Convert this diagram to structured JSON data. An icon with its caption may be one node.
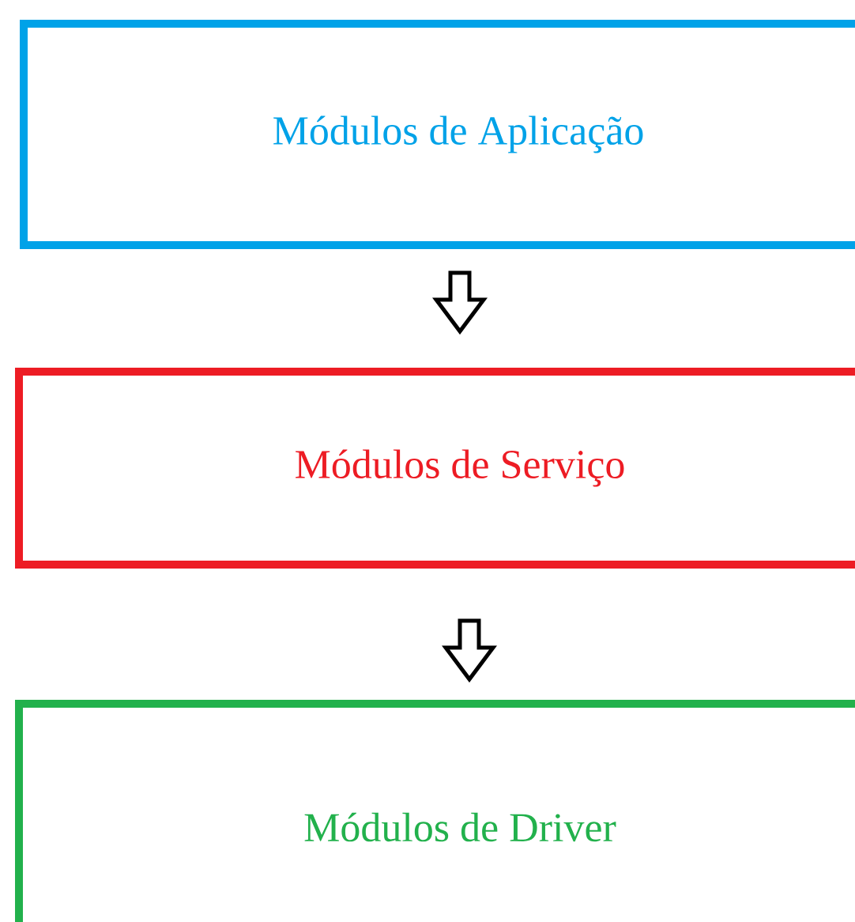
{
  "diagram": {
    "nodes": [
      {
        "text": [
          "Módulos de Aplicação"
        ]
      },
      {
        "text": [
          "Módulos de Serviço"
        ]
      },
      {
        "text": [
          "Módulos de Driver"
        ]
      }
    ],
    "edges": [
      {
        "from": 0,
        "to": 1,
        "arrow": "to"
      },
      {
        "from": 1,
        "to": 2,
        "arrow": "to"
      }
    ]
  }
}
